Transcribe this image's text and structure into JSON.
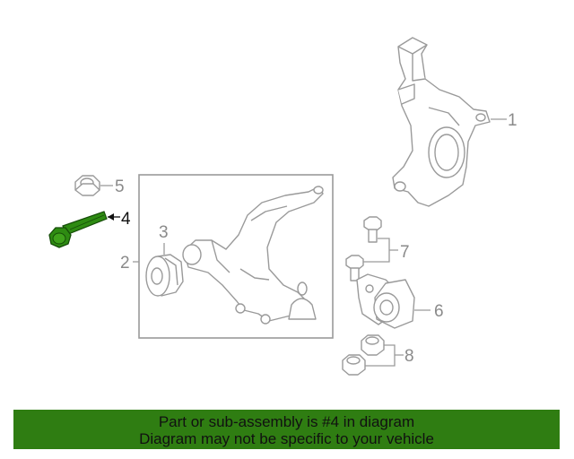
{
  "callouts": {
    "c1": "1",
    "c2": "2",
    "c3": "3",
    "c4": "4",
    "c5": "5",
    "c6": "6",
    "c7": "7",
    "c8": "8"
  },
  "highlight_color": "#2e8b12",
  "banner": {
    "line1": "Part or sub-assembly is #4 in diagram",
    "line2": "Diagram may not be specific to your vehicle",
    "background": "#2f7d12"
  }
}
